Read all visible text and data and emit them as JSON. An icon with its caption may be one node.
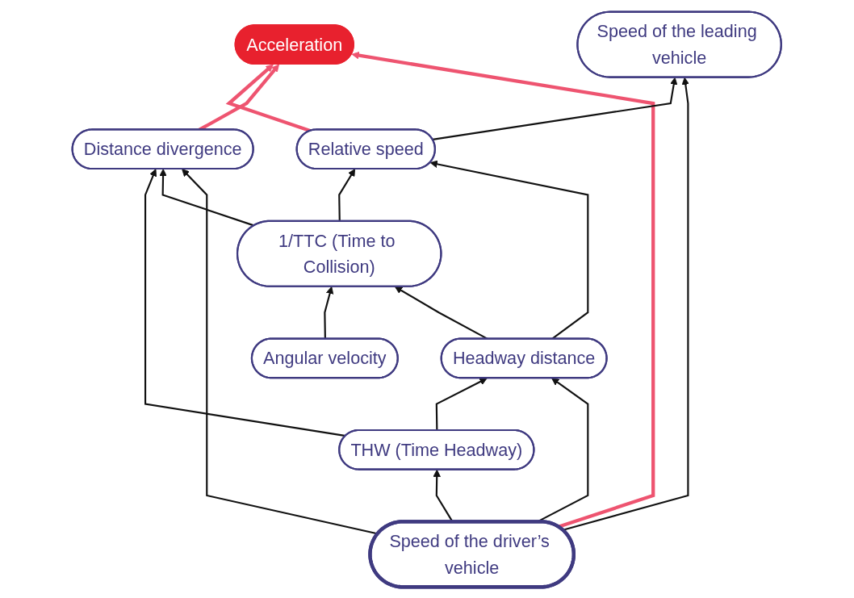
{
  "diagram": {
    "nodes": [
      {
        "text": [
          "Acceleration"
        ]
      },
      {
        "text": [
          "Speed of the driver’s vehicle"
        ]
      },
      {
        "text": [
          "Distance divergence"
        ]
      },
      {
        "text": [
          "Speed of the leading vehicle"
        ]
      },
      {
        "text": [
          "Relative speed"
        ]
      },
      {
        "text": [
          "Headway distance"
        ]
      },
      {
        "text": [
          "Angular velocity"
        ]
      },
      {
        "text": [
          "1/TTC (Time to Collision)"
        ]
      },
      {
        "text": [
          "THW (Time Headway)"
        ]
      }
    ],
    "edges": [
      {
        "from": 1,
        "to": 0,
        "arrow": "to",
        "style": "thick",
        "color": "#ee5470"
      },
      {
        "from": 2,
        "to": 0,
        "arrow": "to",
        "style": "thick",
        "color": "#ee5470"
      },
      {
        "from": 4,
        "to": 0,
        "arrow": "to",
        "style": "thick",
        "color": "#ee5470"
      },
      {
        "from": 1,
        "to": 2,
        "arrow": "to"
      },
      {
        "from": 1,
        "to": 3,
        "arrow": "to"
      },
      {
        "from": 1,
        "to": 5,
        "arrow": "to"
      },
      {
        "from": 1,
        "to": 8,
        "arrow": "to"
      },
      {
        "from": 4,
        "to": 3,
        "arrow": "to"
      },
      {
        "from": 5,
        "to": 4,
        "arrow": "to"
      },
      {
        "from": 5,
        "to": 7,
        "arrow": "to"
      },
      {
        "from": 7,
        "to": 4,
        "arrow": "to"
      },
      {
        "from": 7,
        "to": 2,
        "arrow": "to"
      },
      {
        "from": 8,
        "to": 2,
        "arrow": "to"
      },
      {
        "from": 8,
        "to": 5,
        "arrow": "to"
      },
      {
        "from": 6,
        "to": 7,
        "arrow": "to"
      }
    ]
  }
}
